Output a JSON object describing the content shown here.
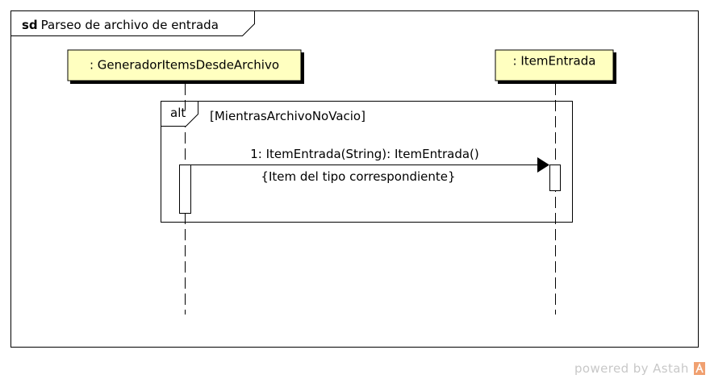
{
  "diagram": {
    "frame": {
      "keyword": "sd",
      "name": "Parseo de archivo de entrada"
    },
    "lifelines": [
      {
        "id": "generador",
        "label": ": GeneradorItemsDesdeArchivo"
      },
      {
        "id": "item",
        "label": ": ItemEntrada"
      }
    ],
    "fragment": {
      "operator": "alt",
      "guard": "[MientrasArchivoNoVacio]"
    },
    "message": {
      "label": "1: ItemEntrada(String): ItemEntrada()",
      "note": "{Item del tipo correspondiente}"
    },
    "colors": {
      "lifeline_fill": "#ffffc0",
      "line": "#000000",
      "watermark": "#c8c8c8",
      "logo": "#f0a070"
    }
  },
  "footer": {
    "powered_by": "powered by Astah",
    "logo_icon": "astah-logo-icon"
  }
}
